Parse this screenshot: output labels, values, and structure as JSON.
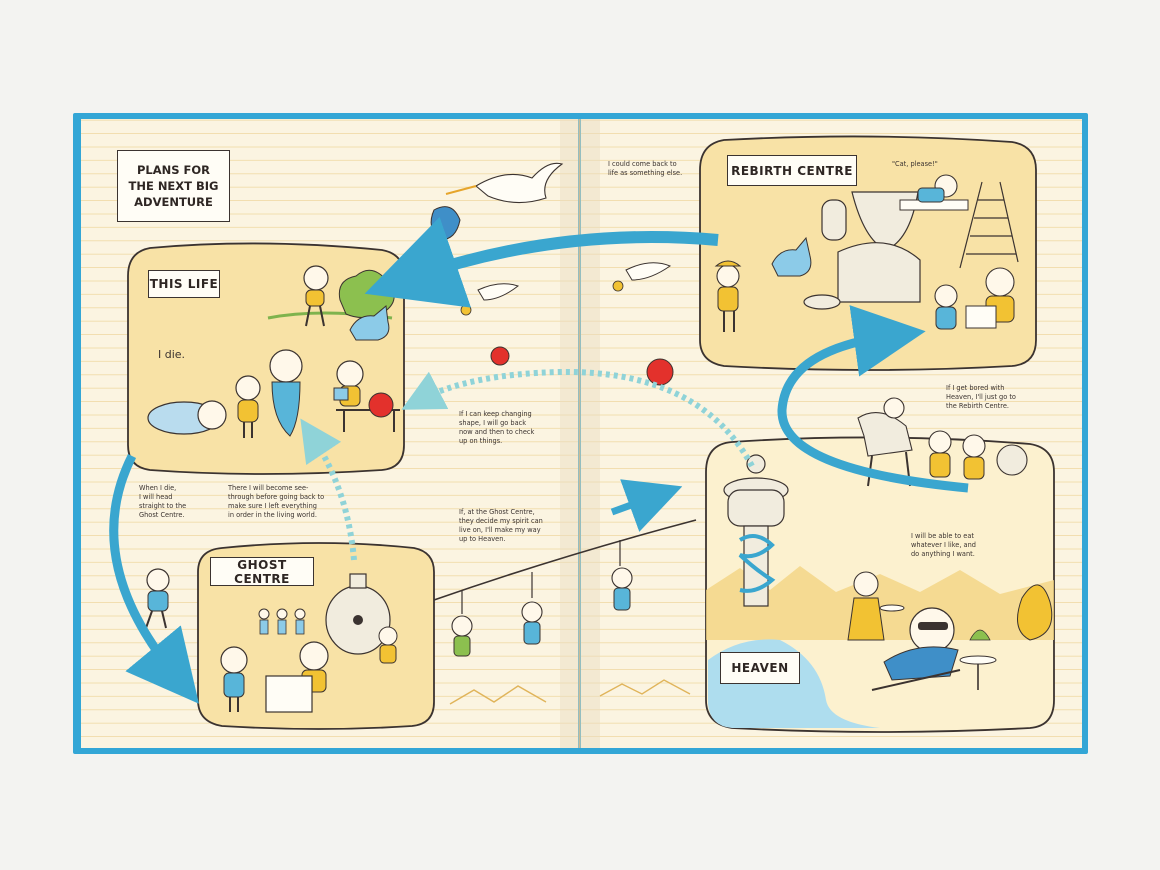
{
  "title": "PLANS FOR\nTHE NEXT BIG\nADVENTURE",
  "labels": {
    "this_life": "THIS LIFE",
    "ghost_centre": "GHOST CENTRE",
    "rebirth_centre": "REBIRTH CENTRE",
    "heaven": "HEAVEN"
  },
  "captions": {
    "i_die": "I die.",
    "when_i_die": "When I die,\nI will head\nstraight to the\nGhost Centre.",
    "see_through": "There I will become see-\nthrough before going back to\nmake sure I left everything\nin order in the living world.",
    "changing_shape": "If I can keep changing\nshape, I will go back\nnow and then to check\nup on things.",
    "ghost_decide": "If, at the Ghost Centre,\nthey decide my spirit can\nlive on, I'll make my way\nup to Heaven.",
    "come_back": "I could come back to\nlife as something else.",
    "cat_please": "\"Cat, please!\"",
    "bored": "If I get bored with\nHeaven, I'll just go to\nthe Rebirth Centre.",
    "eat": "I will be able to eat\nwhatever I like, and\ndo anything I want."
  },
  "colors": {
    "background": "#f3f3f1",
    "cover": "#33a6d6",
    "page": "#fbf4e1",
    "ruled_line": "#efd9a4",
    "panel_fill": "#f8e2a6",
    "ink": "#3b3330",
    "arrow": "#3aa6cf",
    "dotted_arrow": "#8fd3d8",
    "apple": "#e3312c"
  }
}
